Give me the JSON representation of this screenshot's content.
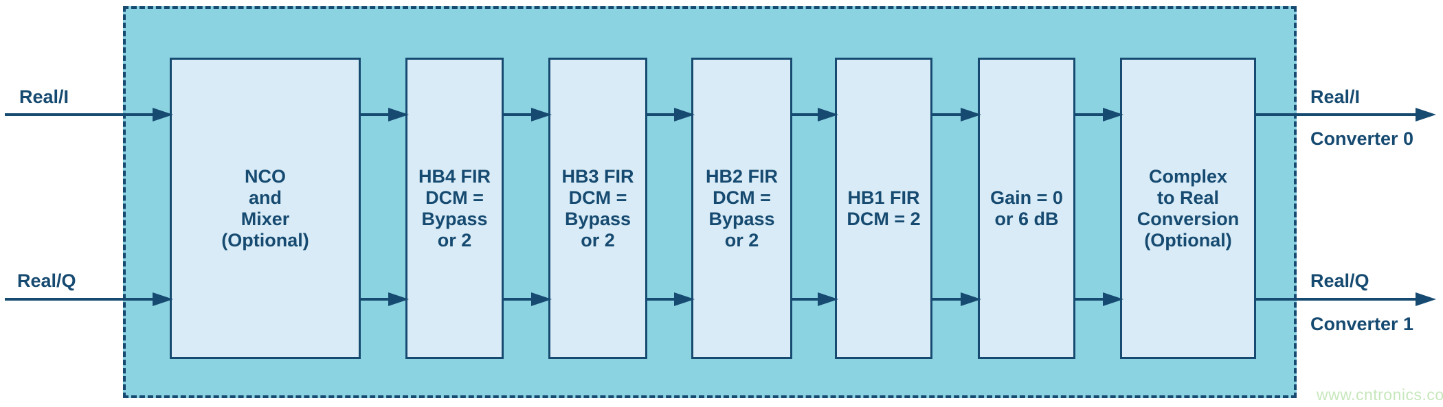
{
  "colors": {
    "region_fill": "#8cd3e2",
    "block_fill": "#d8ebf6",
    "line_and_text": "#164a70",
    "watermark_green": "#c7e7bc",
    "background": "#ffffff"
  },
  "inputs": [
    {
      "label": "Real/I"
    },
    {
      "label": "Real/Q"
    }
  ],
  "outputs": [
    {
      "signal": "Real/I",
      "converter": "Converter 0"
    },
    {
      "signal": "Real/Q",
      "converter": "Converter 1"
    }
  ],
  "blocks": [
    {
      "name": "nco-mixer",
      "label": "NCO\nand\nMixer\n(Optional)"
    },
    {
      "name": "hb4-fir",
      "label": "HB4 FIR\nDCM =\nBypass\nor 2"
    },
    {
      "name": "hb3-fir",
      "label": "HB3 FIR\nDCM =\nBypass\nor 2"
    },
    {
      "name": "hb2-fir",
      "label": "HB2 FIR\nDCM =\nBypass\nor 2"
    },
    {
      "name": "hb1-fir",
      "label": "HB1 FIR\nDCM = 2"
    },
    {
      "name": "gain",
      "label": "Gain = 0\nor 6 dB"
    },
    {
      "name": "complex-to-real",
      "label": "Complex\nto Real\nConversion\n(Optional)"
    }
  ],
  "watermark": "www.cntronics.com"
}
